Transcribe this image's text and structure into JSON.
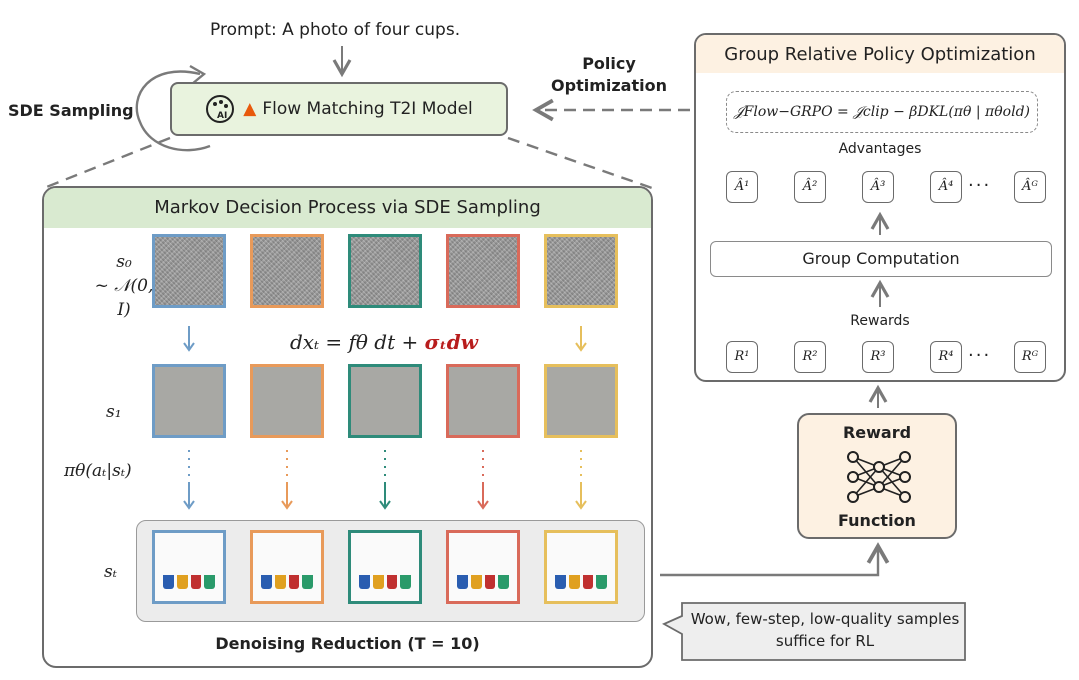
{
  "prompt": "Prompt: A photo of four cups.",
  "sde_sampling_label": "SDE Sampling",
  "model_label": "Flow Matching T2I Model",
  "policy_optimization_label": "Policy\nOptimization",
  "mdp": {
    "title": "Markov Decision Process via SDE Sampling",
    "row_labels": {
      "s0": "s₀",
      "s0_dist": "~ 𝒩(0, I)",
      "s1": "s₁",
      "policy": "πθ(aₜ|sₜ)",
      "sT": "sₜ"
    },
    "equation_main": "dxₜ = fθ dt + ",
    "equation_noise": "σₜdw",
    "footer": "Denoising Reduction (T = 10)",
    "column_colors": [
      "#6e9cc6",
      "#e89a5a",
      "#2e8b7a",
      "#d96a5a",
      "#e6bf5c"
    ]
  },
  "grpo": {
    "title": "Group Relative Policy Optimization",
    "formula": "𝒥Flow−GRPO = 𝒥clip − βDKL(πθ | πθold)",
    "advantages_label": "Advantages",
    "advantages": [
      "Â¹",
      "Â²",
      "Â³",
      "Â⁴",
      "Âᴳ"
    ],
    "group_computation": "Group Computation",
    "rewards_label": "Rewards",
    "rewards": [
      "R¹",
      "R²",
      "R³",
      "R⁴",
      "Rᴳ"
    ],
    "ellipsis": "···"
  },
  "reward_function": {
    "top": "Reward",
    "bottom": "Function"
  },
  "bubble_text": "Wow, few-step, low-quality samples suffice for RL"
}
